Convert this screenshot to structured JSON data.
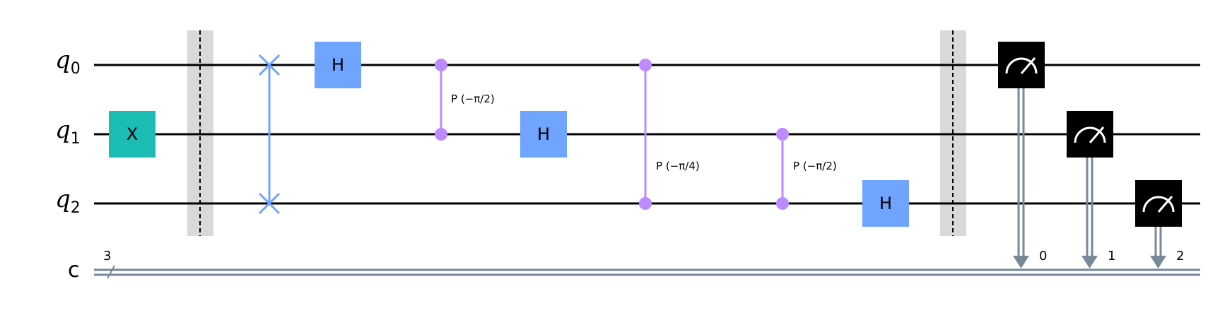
{
  "circuit": {
    "qubits": [
      {
        "name": "q",
        "index": "0"
      },
      {
        "name": "q",
        "index": "1"
      },
      {
        "name": "q",
        "index": "2"
      }
    ],
    "classical": {
      "name": "c",
      "size": "3",
      "bits": [
        "0",
        "1",
        "2"
      ]
    },
    "gates": {
      "x_label": "X",
      "h_label": "H",
      "cp_labels": [
        "P (−π/2)",
        "P (−π/4)",
        "P (−π/2)"
      ]
    },
    "colors": {
      "x_gate": "#1bbcb4",
      "h_gate": "#6fa4ff",
      "swap": "#6fa4ff",
      "cphase": "#bb8bff",
      "barrier": "#d9d9d9",
      "measure": "#000000",
      "classical_wire": "#778899"
    }
  }
}
